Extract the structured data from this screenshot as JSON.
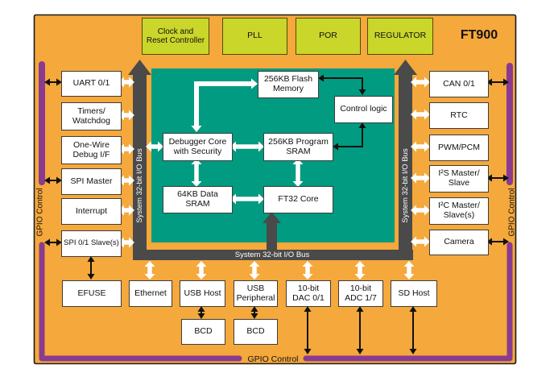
{
  "diagram": {
    "chip_name": "FT900",
    "top_blocks": {
      "clock_reset": "Clock and\nReset Controller",
      "pll": "PLL",
      "por": "POR",
      "regulator": "REGULATOR"
    },
    "left_blocks": {
      "uart": "UART 0/1",
      "timers": "Timers/\nWatchdog",
      "one_wire": "One-Wire\nDebug I/F",
      "spi_master": "SPI Master",
      "interrupt": "Interrupt",
      "spi_slave": "SPI 0/1 Slave(s)"
    },
    "right_blocks": {
      "can": "CAN 0/1",
      "rtc": "RTC",
      "pwm": "PWM/PCM",
      "i2s": "I²S Master/\nSlave",
      "i2c": "I²C Master/\nSlave(s)",
      "camera": "Camera"
    },
    "core_blocks": {
      "flash": "256KB Flash\nMemory",
      "control_logic": "Control logic",
      "debugger": "Debugger Core\nwith Security",
      "program_sram": "256KB Program\nSRAM",
      "data_sram": "64KB Data\nSRAM",
      "ft32": "FT32 Core"
    },
    "bottom_blocks": {
      "efuse": "EFUSE",
      "ethernet": "Ethernet",
      "usb_host": "USB Host",
      "usb_peripheral": "USB\nPeripheral",
      "dac": "10-bit\nDAC 0/1",
      "adc": "10-bit\nADC 1/7",
      "sd_host": "SD Host",
      "bcd_host": "BCD",
      "bcd_peripheral": "BCD"
    },
    "bus_label": "System 32-bit I/O Bus",
    "gpio_label": "GPIO Control",
    "colors": {
      "background_orange": "#F5A83B",
      "top_block_green": "#CBD62B",
      "core_region_teal": "#009B80",
      "bus_gray": "#4A4A4A",
      "gpio_purple": "#8A3B8F"
    }
  }
}
